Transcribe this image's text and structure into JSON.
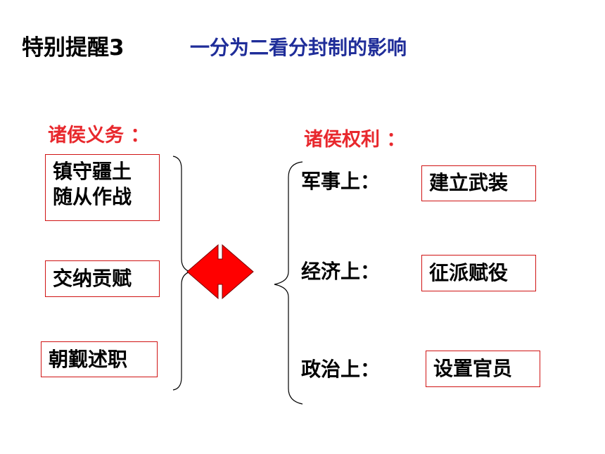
{
  "header": {
    "tip_label": "特别提醒3",
    "topic": "一分为二看分封制的影响"
  },
  "obligations": {
    "heading": "诸侯义务 ：",
    "items": [
      {
        "lines": [
          "镇守疆土",
          "随从作战"
        ]
      },
      {
        "lines": [
          "交纳贡赋"
        ]
      },
      {
        "lines": [
          "朝觐述职"
        ]
      }
    ]
  },
  "rights": {
    "heading": "诸侯权利 ：",
    "items": [
      {
        "label": "军事上：",
        "value": "建立武装"
      },
      {
        "label": "经济上：",
        "value": "征派赋役"
      },
      {
        "label": "政治上：",
        "value": "设置官员"
      }
    ]
  },
  "colors": {
    "title_blue": "#1f2d99",
    "heading_red": "#e8282d",
    "box_border": "#d01414",
    "arrow_fill": "#ff0000"
  },
  "icons": {
    "double_arrow": "double-arrow-icon",
    "left_bracket": "right-brace-icon",
    "right_bracket": "left-brace-icon"
  }
}
